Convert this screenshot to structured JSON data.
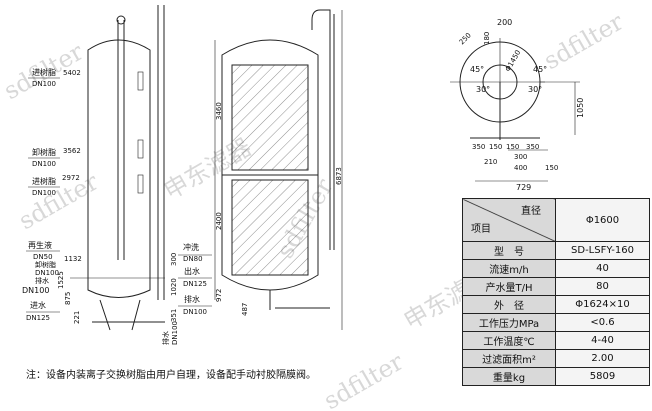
{
  "watermarks": [
    "sdfilter",
    "申东滤器"
  ],
  "left_view": {
    "inlets": [
      {
        "label": "进树脂",
        "dn": "DN100",
        "elev": "5402"
      },
      {
        "label": "卸树脂",
        "dn": "DN100",
        "elev": "3562"
      },
      {
        "label": "进树脂",
        "dn": "DN100",
        "elev": "2972"
      }
    ],
    "regen": {
      "label": "再生液",
      "dn": "DN50"
    },
    "unload": {
      "label": "卸树脂",
      "dn": "DN100",
      "drain": "排水",
      "drain_dn": "DN100",
      "elev": "1132"
    },
    "inlet_water": {
      "label": "进水",
      "dn": "DN125"
    },
    "dims": {
      "d1525": "1525",
      "d875": "875",
      "d221": "221"
    },
    "right": {
      "flush": "冲洗",
      "flush_dn": "DN80",
      "out": "出水",
      "out_dn": "DN125",
      "drain": "排水",
      "drain_dn": "DN100",
      "d300": "300",
      "d1020": "1020",
      "d351": "351",
      "bottom_drain": "排水",
      "bottom_dn": "DN100"
    }
  },
  "mid_view": {
    "d3460": "3460",
    "d2400": "2400",
    "d972": "972",
    "d487": "487",
    "d6873": "6873"
  },
  "top_view": {
    "d200": "200",
    "d180": "180",
    "d250": "250",
    "dia": "Φ1450",
    "a45l": "45°",
    "a45r": "45°",
    "a30l": "30°",
    "a30r": "30°",
    "d1050": "1050",
    "d350a": "350",
    "d150a": "150",
    "d150b": "150",
    "d350b": "350",
    "d210": "210",
    "d300": "300",
    "d400": "400",
    "d729": "729",
    "d150c": "150"
  },
  "table": {
    "header_col": "直径",
    "header_row": "项目",
    "header_val": "Φ1600",
    "rows": [
      {
        "k": "型　号",
        "v": "SD-LSFY-160"
      },
      {
        "k": "流速m/h",
        "v": "40"
      },
      {
        "k": "产水量T/H",
        "v": "80"
      },
      {
        "k": "外　径",
        "v": "Φ1624×10"
      },
      {
        "k": "工作压力MPa",
        "v": "<0.6"
      },
      {
        "k": "工作温度℃",
        "v": "4-40"
      },
      {
        "k": "过滤面积m²",
        "v": "2.00"
      },
      {
        "k": "重量kg",
        "v": "5809"
      }
    ]
  },
  "note": "注：设备内装离子交换树脂由用户自理，设备配手动衬胶隔膜阀。"
}
